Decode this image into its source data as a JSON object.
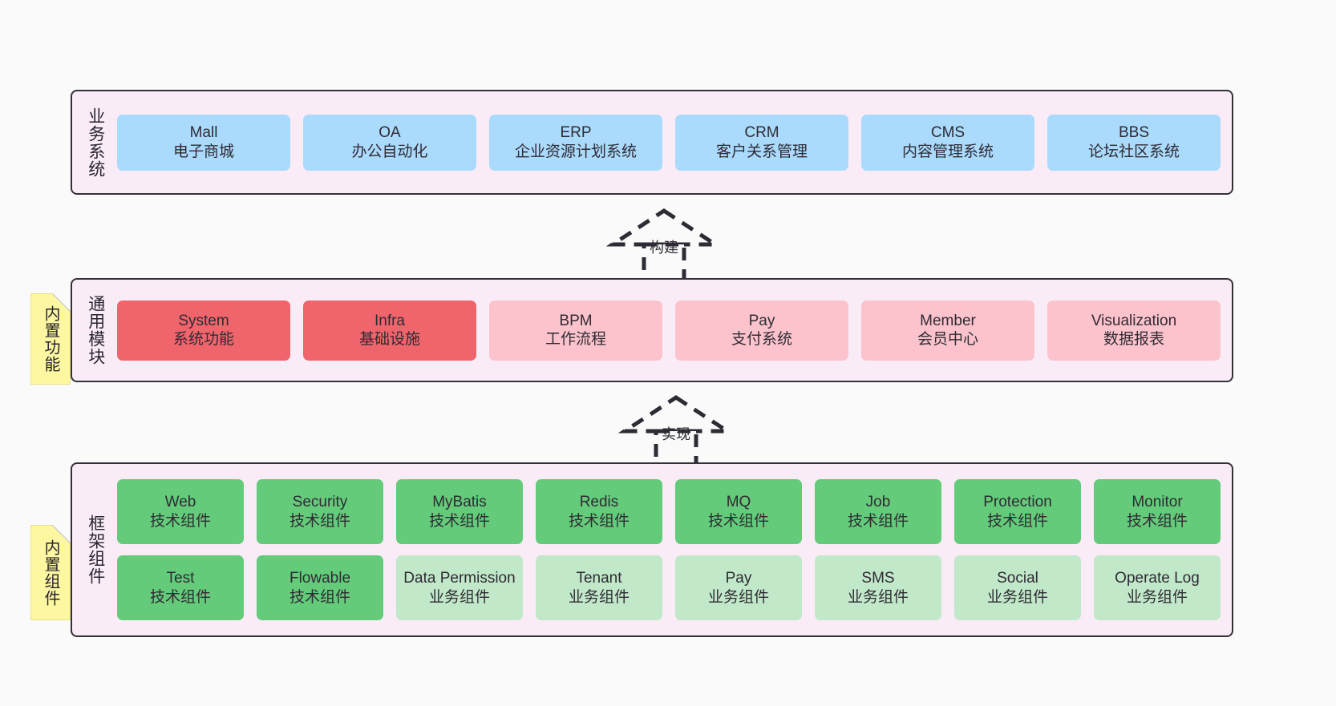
{
  "diagram": {
    "background": "#fafafa",
    "panel_bg": "#f9ecf6",
    "panel_border": "#333038",
    "note_bg": "#fcf7a0",
    "note_fold": "#cfcfcf"
  },
  "layers": [
    {
      "id": "business",
      "title": "业务系统",
      "box_color": "#aadafc",
      "rows": [
        [
          {
            "en": "Mall",
            "cn": "电子商城"
          },
          {
            "en": "OA",
            "cn": "办公自动化"
          },
          {
            "en": "ERP",
            "cn": "企业资源计划系统"
          },
          {
            "en": "CRM",
            "cn": "客户关系管理"
          },
          {
            "en": "CMS",
            "cn": "内容管理系统"
          },
          {
            "en": "BBS",
            "cn": "论坛社区系统"
          }
        ]
      ]
    },
    {
      "id": "common",
      "title": "通用模块",
      "box_color_strong": "#f0646b",
      "box_color_light": "#fcc3cd",
      "rows": [
        [
          {
            "en": "System",
            "cn": "系统功能",
            "tone": "strong"
          },
          {
            "en": "Infra",
            "cn": "基础设施",
            "tone": "strong"
          },
          {
            "en": "BPM",
            "cn": "工作流程",
            "tone": "light"
          },
          {
            "en": "Pay",
            "cn": "支付系统",
            "tone": "light"
          },
          {
            "en": "Member",
            "cn": "会员中心",
            "tone": "light"
          },
          {
            "en": "Visualization",
            "cn": "数据报表",
            "tone": "light"
          }
        ]
      ]
    },
    {
      "id": "framework",
      "title": "框架组件",
      "box_color_strong": "#63cb79",
      "box_color_light": "#c1e8c9",
      "rows": [
        [
          {
            "en": "Web",
            "cn": "技术组件",
            "tone": "strong"
          },
          {
            "en": "Security",
            "cn": "技术组件",
            "tone": "strong"
          },
          {
            "en": "MyBatis",
            "cn": "技术组件",
            "tone": "strong"
          },
          {
            "en": "Redis",
            "cn": "技术组件",
            "tone": "strong"
          },
          {
            "en": "MQ",
            "cn": "技术组件",
            "tone": "strong"
          },
          {
            "en": "Job",
            "cn": "技术组件",
            "tone": "strong"
          },
          {
            "en": "Protection",
            "cn": "技术组件",
            "tone": "strong"
          },
          {
            "en": "Monitor",
            "cn": "技术组件",
            "tone": "strong"
          }
        ],
        [
          {
            "en": "Test",
            "cn": "技术组件",
            "tone": "strong"
          },
          {
            "en": "Flowable",
            "cn": "技术组件",
            "tone": "strong"
          },
          {
            "en": "Data Permission",
            "cn": "业务组件",
            "tone": "light"
          },
          {
            "en": "Tenant",
            "cn": "业务组件",
            "tone": "light"
          },
          {
            "en": "Pay",
            "cn": "业务组件",
            "tone": "light"
          },
          {
            "en": "SMS",
            "cn": "业务组件",
            "tone": "light"
          },
          {
            "en": "Social",
            "cn": "业务组件",
            "tone": "light"
          },
          {
            "en": "Operate Log",
            "cn": "业务组件",
            "tone": "light"
          }
        ]
      ]
    }
  ],
  "notes": [
    {
      "id": "note-common",
      "text": "内置功能"
    },
    {
      "id": "note-framework",
      "text": "内置组件"
    }
  ],
  "relations": [
    {
      "id": "rel-build",
      "label": "构建"
    },
    {
      "id": "rel-impl",
      "label": "实现"
    }
  ]
}
